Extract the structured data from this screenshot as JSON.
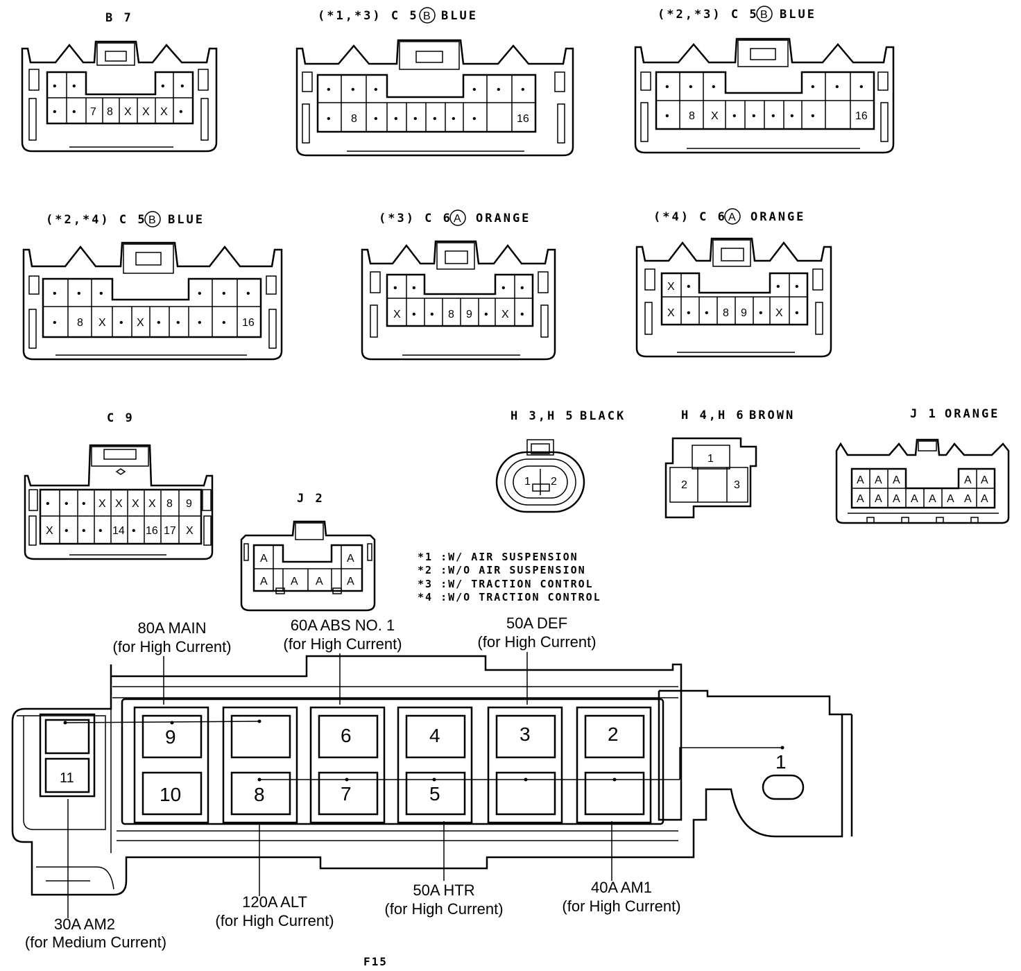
{
  "connectors": {
    "b7": {
      "label": "B 7"
    },
    "c5_1_3": {
      "label": "(*1,*3) C 5",
      "mark": "B",
      "color": "BLUE"
    },
    "c5_2_3": {
      "label": "(*2,*3) C 5",
      "mark": "B",
      "color": "BLUE"
    },
    "c5_2_4": {
      "label": "(*2,*4) C 5",
      "mark": "B",
      "color": "BLUE"
    },
    "c6_3": {
      "label": "(*3) C 6",
      "mark": "A",
      "color": "ORANGE"
    },
    "c6_4": {
      "label": "(*4) C 6",
      "mark": "A",
      "color": "ORANGE"
    },
    "c9": {
      "label": "C 9"
    },
    "j2": {
      "label": "J 2"
    },
    "h3h5": {
      "label": "H 3,H 5",
      "color": "BLACK"
    },
    "h4h6": {
      "label": "H 4,H 6",
      "color": "BROWN"
    },
    "j1": {
      "label": "J 1",
      "color": "ORANGE"
    }
  },
  "pins": {
    "b7": {
      "top": [
        "•",
        "•",
        "•",
        "•"
      ],
      "bottom": [
        "•",
        "•",
        "7",
        "8",
        "X",
        "X",
        "X",
        "•"
      ]
    },
    "c5_1_3": {
      "top": [
        "•",
        "•",
        "•",
        "•",
        "•",
        "•"
      ],
      "bottom": [
        "•",
        "8",
        "•",
        "•",
        "•",
        "•",
        "•",
        "•",
        "16"
      ]
    },
    "c5_2_3": {
      "top": [
        "•",
        "•",
        "•",
        "•",
        "•",
        "•"
      ],
      "bottom": [
        "•",
        "8",
        "X",
        "•",
        "•",
        "•",
        "•",
        "•",
        "16"
      ]
    },
    "c5_2_4": {
      "top": [
        "•",
        "•",
        "•",
        "•",
        "•",
        "•"
      ],
      "bottom": [
        "•",
        "8",
        "X",
        "•",
        "X",
        "•",
        "•",
        "•",
        "•",
        "16"
      ]
    },
    "c6_3": {
      "top": [
        "•",
        "•",
        "•",
        "•"
      ],
      "bottom": [
        "X",
        "•",
        "•",
        "8",
        "9",
        "•",
        "X",
        "•"
      ]
    },
    "c6_4": {
      "top": [
        "X",
        "•",
        "•",
        "•"
      ],
      "bottom": [
        "X",
        "•",
        "•",
        "8",
        "9",
        "•",
        "X",
        "•"
      ]
    },
    "c9": {
      "top": [
        "•",
        "•",
        "•",
        "X",
        "X",
        "X",
        "X",
        "8",
        "9"
      ],
      "bottom": [
        "X",
        "•",
        "•",
        "•",
        "14",
        "•",
        "16",
        "17",
        "X"
      ]
    },
    "j2": {
      "top": [
        "A",
        "A"
      ],
      "bottom": [
        "A",
        "A",
        "A",
        "A"
      ]
    },
    "h3h5": {
      "pins": [
        "1",
        "2"
      ]
    },
    "h4h6": {
      "pins": [
        "1",
        "2",
        "3"
      ]
    },
    "j1": {
      "top": [
        "A",
        "A",
        "A",
        "A",
        "A"
      ],
      "bottom": [
        "A",
        "A",
        "A",
        "A",
        "A",
        "A",
        "A",
        "A"
      ]
    }
  },
  "notes": [
    "*1 :W/ AIR SUSPENSION",
    "*2 :W/O AIR SUSPENSION",
    "*3 :W/ TRACTION CONTROL",
    "*4 :W/O TRACTION CONTROL"
  ],
  "fuse_block": {
    "slots": [
      "9",
      "10",
      "8",
      "6",
      "7",
      "4",
      "5",
      "3",
      "2",
      "1",
      "11"
    ],
    "captions": {
      "main80": [
        "80A MAIN",
        "(for High Current)"
      ],
      "abs60": [
        "60A ABS NO. 1",
        "(for High Current)"
      ],
      "def50": [
        "50A DEF",
        "(for High Current)"
      ],
      "am2_30": [
        "30A AM2",
        "(for Medium Current)"
      ],
      "alt120": [
        "120A ALT",
        "(for High Current)"
      ],
      "htr50": [
        "50A HTR",
        "(for High Current)"
      ],
      "am1_40": [
        "40A AM1",
        "(for High Current)"
      ]
    }
  },
  "figure_id": "F15"
}
